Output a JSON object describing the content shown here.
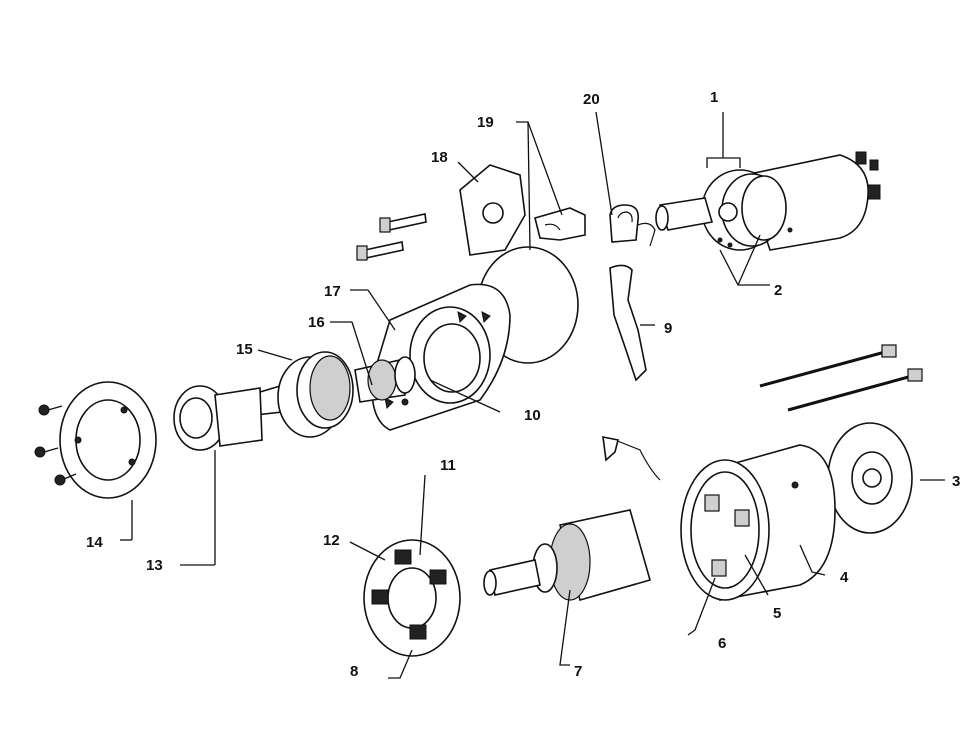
{
  "labels": {
    "n1": "1",
    "n2": "2",
    "n3": "3",
    "n4": "4",
    "n5": "5",
    "n6": "6",
    "n7": "7",
    "n8": "8",
    "n9": "9",
    "n10": "10",
    "n11": "11",
    "n12": "12",
    "n13": "13",
    "n14": "14",
    "n15": "15",
    "n16": "16",
    "n17": "17",
    "n18": "18",
    "n19": "19",
    "n20": "20"
  }
}
